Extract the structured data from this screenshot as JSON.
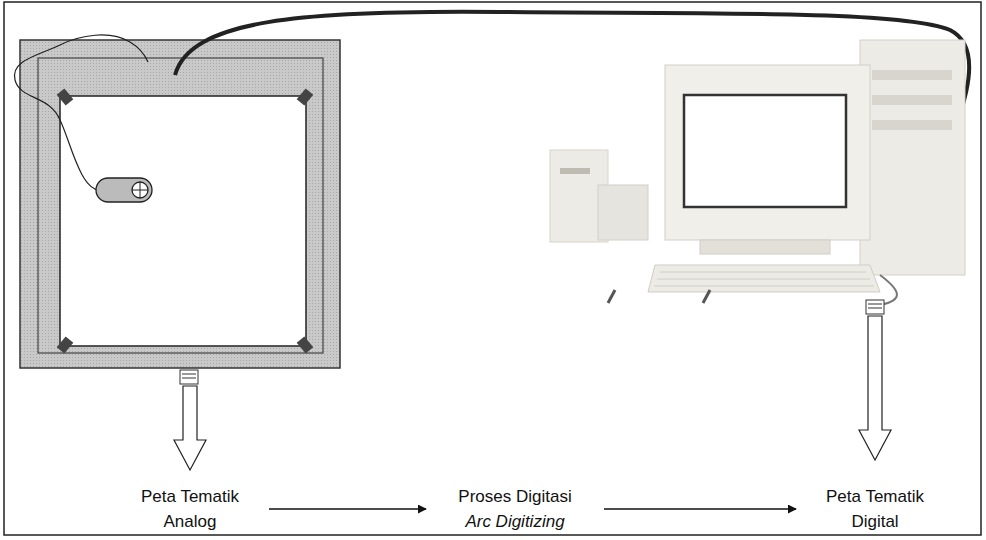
{
  "diagram": {
    "nodes": [
      {
        "text": [
          "Peta Tematik Analog"
        ]
      },
      {
        "text": [
          "Proses Digitasi",
          "Arc Digitizing"
        ]
      },
      {
        "text": [
          "Peta Tematik Digital"
        ]
      }
    ],
    "edges": [
      {
        "from": 0,
        "to": 1,
        "arrow": "to"
      },
      {
        "from": 1,
        "to": 2,
        "arrow": "to"
      }
    ]
  }
}
